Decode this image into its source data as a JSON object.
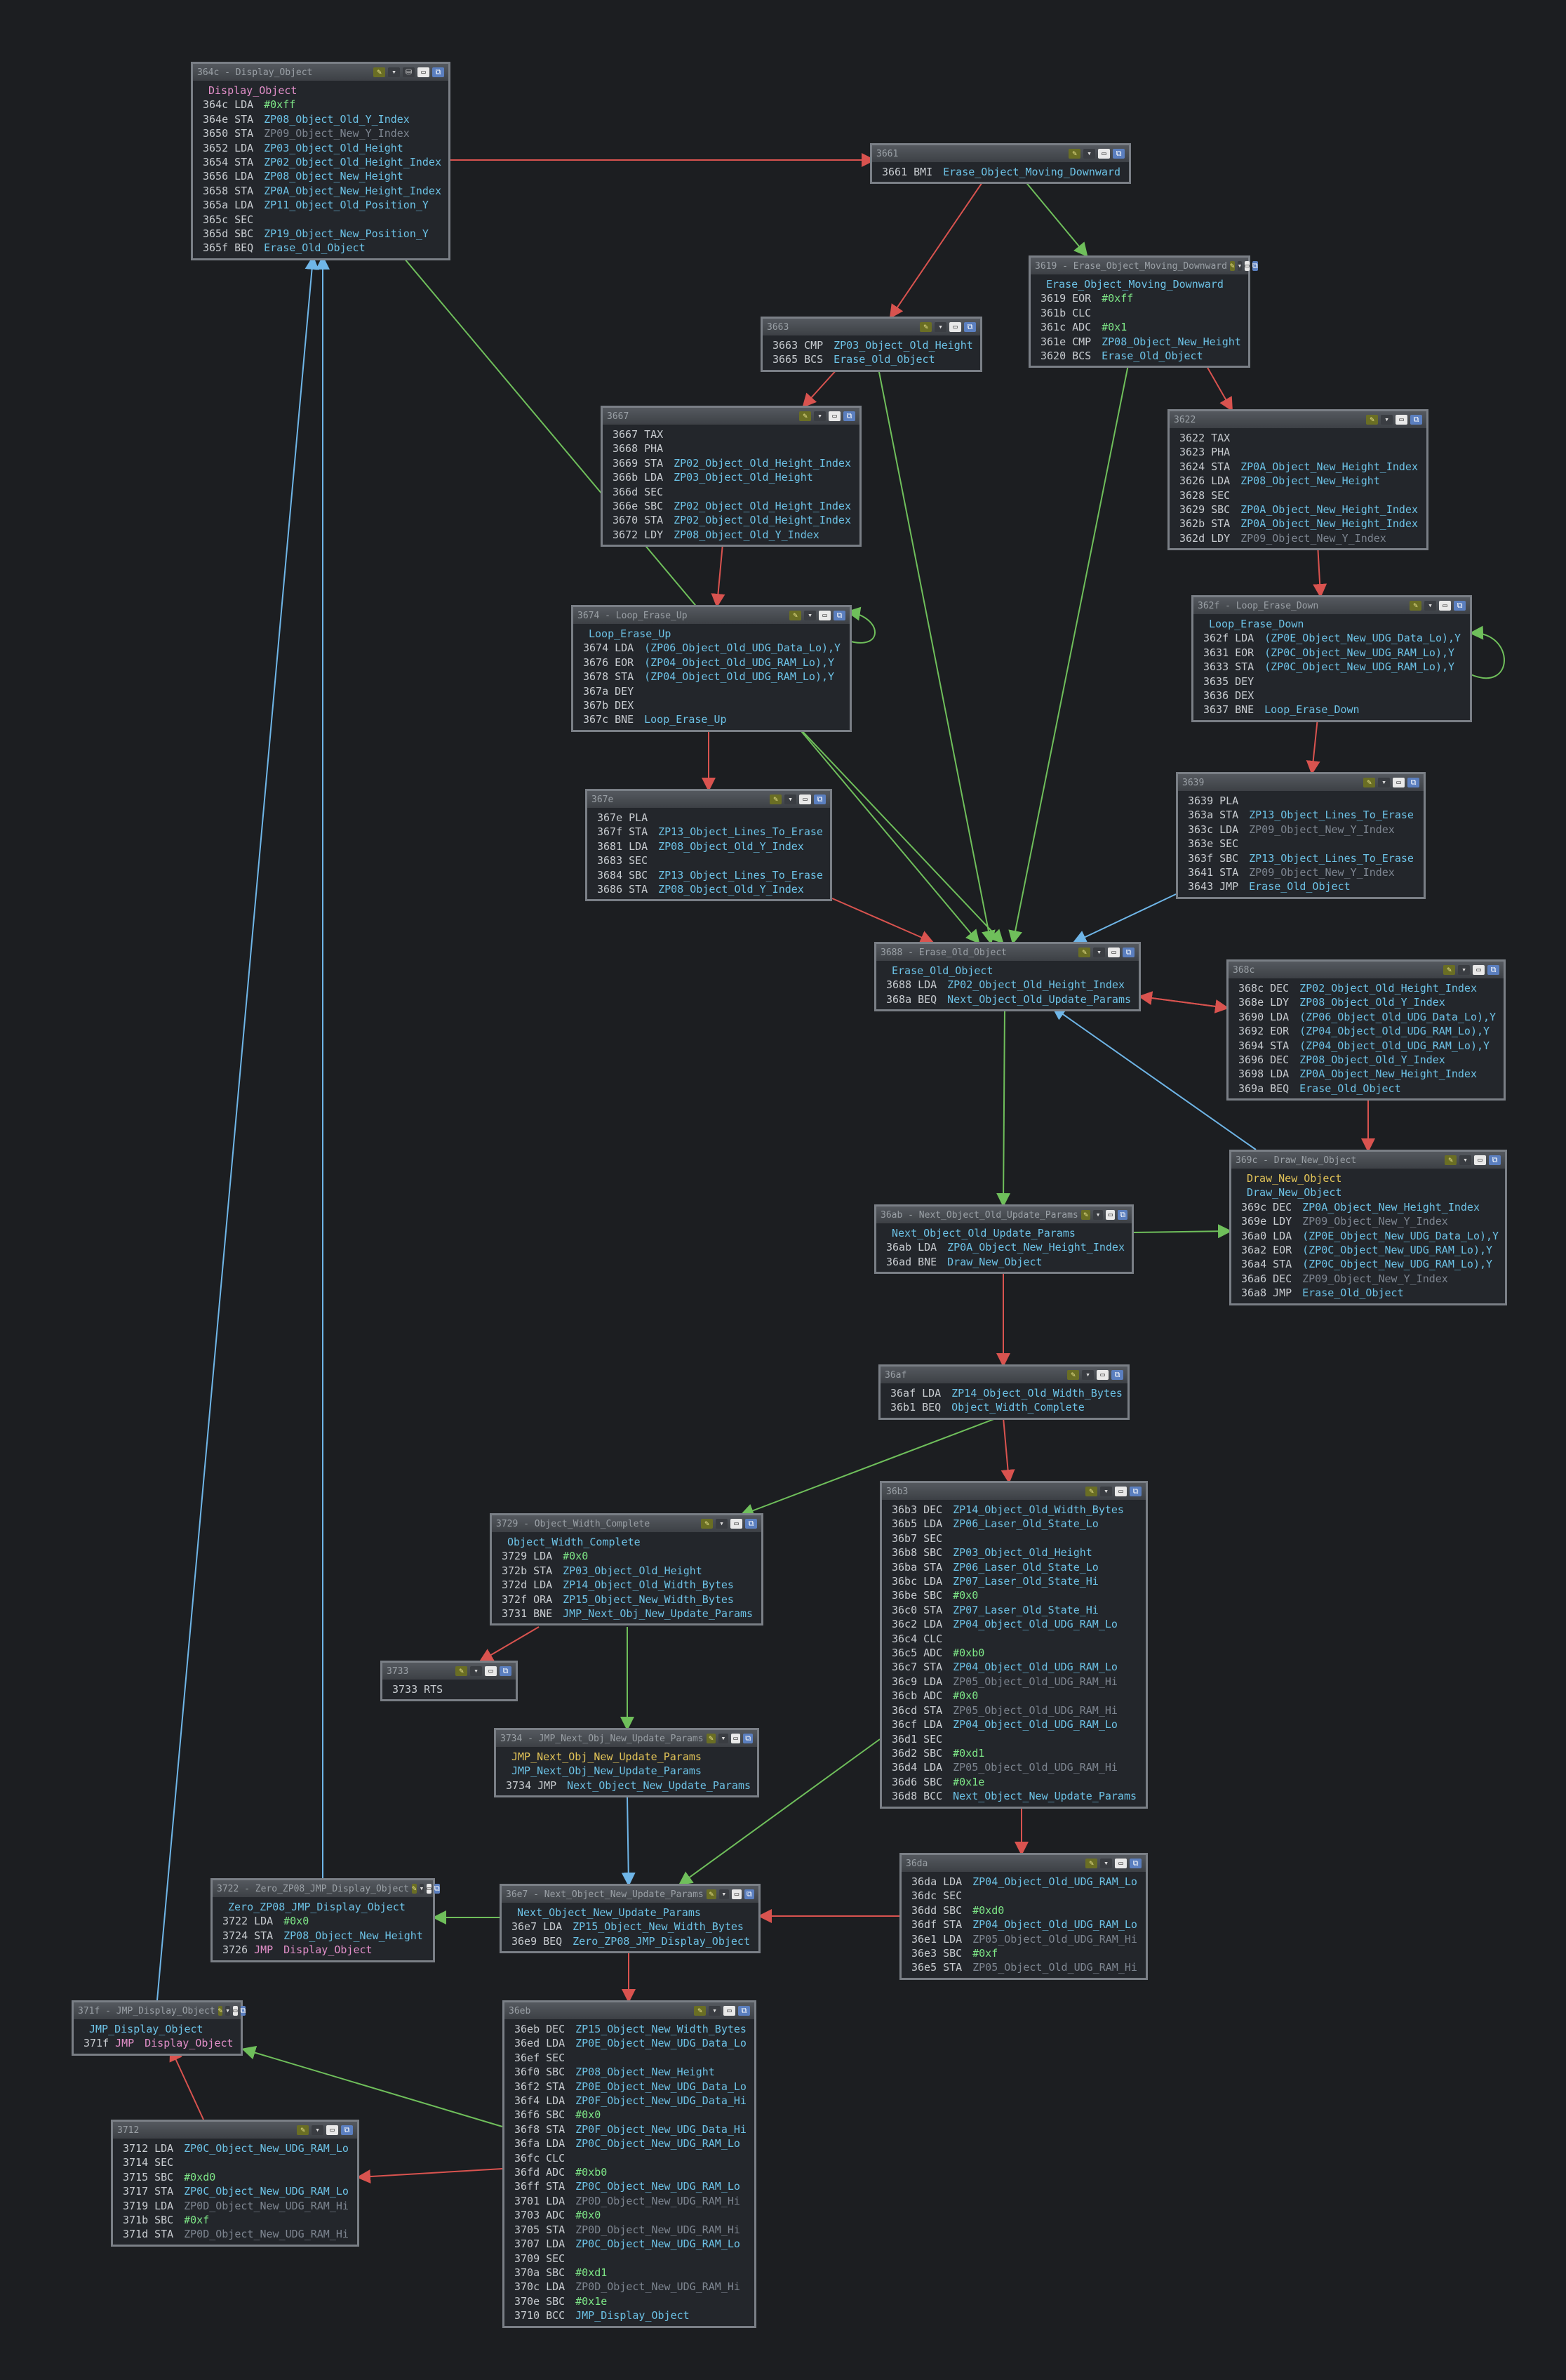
{
  "colors": {
    "background": "#1c1e21",
    "node_bg": "#23262b",
    "node_border": "#7a7f86",
    "edge_true": "#6fbf5b",
    "edge_false": "#d9534f",
    "edge_unconditional": "#6fb6e8",
    "operand": "#6cc2e6",
    "immediate": "#7ee787",
    "dim": "#7d8590",
    "label_entry": "#e28fc9",
    "label_alt": "#e3c458"
  },
  "node_buttons": {
    "pen": "✎",
    "dropdown": "▾",
    "win": "▭",
    "close": "⧉"
  },
  "nodes": [
    {
      "id": "n364c",
      "title": "364c - Display_Object",
      "extra_icon": "⛁",
      "label": "Display_Object",
      "label_class": "pink",
      "lines": [
        [
          "364c",
          "LDA",
          "#0xff",
          "num"
        ],
        [
          "364e",
          "STA",
          "ZP08_Object_Old_Y_Index",
          "sym"
        ],
        [
          "3650",
          "STA",
          "ZP09_Object_New_Y_Index",
          "dim"
        ],
        [
          "3652",
          "LDA",
          "ZP03_Object_Old_Height",
          "sym"
        ],
        [
          "3654",
          "STA",
          "ZP02_Object_Old_Height_Index",
          "sym"
        ],
        [
          "3656",
          "LDA",
          "ZP08_Object_New_Height",
          "sym"
        ],
        [
          "3658",
          "STA",
          "ZP0A_Object_New_Height_Index",
          "sym"
        ],
        [
          "365a",
          "LDA",
          "ZP11_Object_Old_Position_Y",
          "sym"
        ],
        [
          "365c",
          "SEC",
          "",
          ""
        ],
        [
          "365d",
          "SBC",
          "ZP19_Object_New_Position_Y",
          "sym"
        ],
        [
          "365f",
          "BEQ",
          "Erase_Old_Object",
          "lbl"
        ]
      ]
    },
    {
      "id": "n3661",
      "title": "3661",
      "label": "",
      "lines": [
        [
          "3661",
          "BMI",
          "Erase_Object_Moving_Downward",
          "lbl"
        ]
      ]
    },
    {
      "id": "n3619",
      "title": "3619 - Erase_Object_Moving_Downward",
      "label": "Erase_Object_Moving_Downward",
      "label_class": "",
      "lines": [
        [
          "3619",
          "EOR",
          "#0xff",
          "num"
        ],
        [
          "361b",
          "CLC",
          "",
          ""
        ],
        [
          "361c",
          "ADC",
          "#0x1",
          "num"
        ],
        [
          "361e",
          "CMP",
          "ZP08_Object_New_Height",
          "sym"
        ],
        [
          "3620",
          "BCS",
          "Erase_Old_Object",
          "lbl"
        ]
      ]
    },
    {
      "id": "n3663",
      "title": "3663",
      "label": "",
      "lines": [
        [
          "3663",
          "CMP",
          "ZP03_Object_Old_Height",
          "sym"
        ],
        [
          "3665",
          "BCS",
          "Erase_Old_Object",
          "lbl"
        ]
      ]
    },
    {
      "id": "n3667",
      "title": "3667",
      "label": "",
      "lines": [
        [
          "3667",
          "TAX",
          "",
          ""
        ],
        [
          "3668",
          "PHA",
          "",
          ""
        ],
        [
          "3669",
          "STA",
          "ZP02_Object_Old_Height_Index",
          "sym"
        ],
        [
          "366b",
          "LDA",
          "ZP03_Object_Old_Height",
          "sym"
        ],
        [
          "366d",
          "SEC",
          "",
          ""
        ],
        [
          "366e",
          "SBC",
          "ZP02_Object_Old_Height_Index",
          "sym"
        ],
        [
          "3670",
          "STA",
          "ZP02_Object_Old_Height_Index",
          "sym"
        ],
        [
          "3672",
          "LDY",
          "ZP08_Object_Old_Y_Index",
          "sym"
        ]
      ]
    },
    {
      "id": "n3622",
      "title": "3622",
      "label": "",
      "lines": [
        [
          "3622",
          "TAX",
          "",
          ""
        ],
        [
          "3623",
          "PHA",
          "",
          ""
        ],
        [
          "3624",
          "STA",
          "ZP0A_Object_New_Height_Index",
          "sym"
        ],
        [
          "3626",
          "LDA",
          "ZP08_Object_New_Height",
          "sym"
        ],
        [
          "3628",
          "SEC",
          "",
          ""
        ],
        [
          "3629",
          "SBC",
          "ZP0A_Object_New_Height_Index",
          "sym"
        ],
        [
          "362b",
          "STA",
          "ZP0A_Object_New_Height_Index",
          "sym"
        ],
        [
          "362d",
          "LDY",
          "ZP09_Object_New_Y_Index",
          "dim"
        ]
      ]
    },
    {
      "id": "n3674",
      "title": "3674 - Loop_Erase_Up",
      "label": "Loop_Erase_Up",
      "label_class": "",
      "lines": [
        [
          "3674",
          "LDA",
          "(ZP06_Object_Old_UDG_Data_Lo),Y",
          "sym"
        ],
        [
          "3676",
          "EOR",
          "(ZP04_Object_Old_UDG_RAM_Lo),Y",
          "sym"
        ],
        [
          "3678",
          "STA",
          "(ZP04_Object_Old_UDG_RAM_Lo),Y",
          "sym"
        ],
        [
          "367a",
          "DEY",
          "",
          ""
        ],
        [
          "367b",
          "DEX",
          "",
          ""
        ],
        [
          "367c",
          "BNE",
          "Loop_Erase_Up",
          "lbl"
        ]
      ]
    },
    {
      "id": "n362f",
      "title": "362f - Loop_Erase_Down",
      "label": "Loop_Erase_Down",
      "label_class": "",
      "lines": [
        [
          "362f",
          "LDA",
          "(ZP0E_Object_New_UDG_Data_Lo),Y",
          "sym"
        ],
        [
          "3631",
          "EOR",
          "(ZP0C_Object_New_UDG_RAM_Lo),Y",
          "sym"
        ],
        [
          "3633",
          "STA",
          "(ZP0C_Object_New_UDG_RAM_Lo),Y",
          "sym"
        ],
        [
          "3635",
          "DEY",
          "",
          ""
        ],
        [
          "3636",
          "DEX",
          "",
          ""
        ],
        [
          "3637",
          "BNE",
          "Loop_Erase_Down",
          "lbl"
        ]
      ]
    },
    {
      "id": "n367e",
      "title": "367e",
      "label": "",
      "lines": [
        [
          "367e",
          "PLA",
          "",
          ""
        ],
        [
          "367f",
          "STA",
          "ZP13_Object_Lines_To_Erase",
          "sym"
        ],
        [
          "3681",
          "LDA",
          "ZP08_Object_Old_Y_Index",
          "sym"
        ],
        [
          "3683",
          "SEC",
          "",
          ""
        ],
        [
          "3684",
          "SBC",
          "ZP13_Object_Lines_To_Erase",
          "sym"
        ],
        [
          "3686",
          "STA",
          "ZP08_Object_Old_Y_Index",
          "sym"
        ]
      ]
    },
    {
      "id": "n3639",
      "title": "3639",
      "label": "",
      "lines": [
        [
          "3639",
          "PLA",
          "",
          ""
        ],
        [
          "363a",
          "STA",
          "ZP13_Object_Lines_To_Erase",
          "sym"
        ],
        [
          "363c",
          "LDA",
          "ZP09_Object_New_Y_Index",
          "dim"
        ],
        [
          "363e",
          "SEC",
          "",
          ""
        ],
        [
          "363f",
          "SBC",
          "ZP13_Object_Lines_To_Erase",
          "sym"
        ],
        [
          "3641",
          "STA",
          "ZP09_Object_New_Y_Index",
          "dim"
        ],
        [
          "3643",
          "JMP",
          "Erase_Old_Object",
          "lbl"
        ]
      ]
    },
    {
      "id": "n3688",
      "title": "3688 - Erase_Old_Object",
      "label": "Erase_Old_Object",
      "label_class": "",
      "lines": [
        [
          "3688",
          "LDA",
          "ZP02_Object_Old_Height_Index",
          "sym"
        ],
        [
          "368a",
          "BEQ",
          "Next_Object_Old_Update_Params",
          "lbl"
        ]
      ]
    },
    {
      "id": "n368c",
      "title": "368c",
      "label": "",
      "lines": [
        [
          "368c",
          "DEC",
          "ZP02_Object_Old_Height_Index",
          "sym"
        ],
        [
          "368e",
          "LDY",
          "ZP08_Object_Old_Y_Index",
          "sym"
        ],
        [
          "3690",
          "LDA",
          "(ZP06_Object_Old_UDG_Data_Lo),Y",
          "sym"
        ],
        [
          "3692",
          "EOR",
          "(ZP04_Object_Old_UDG_RAM_Lo),Y",
          "sym"
        ],
        [
          "3694",
          "STA",
          "(ZP04_Object_Old_UDG_RAM_Lo),Y",
          "sym"
        ],
        [
          "3696",
          "DEC",
          "ZP08_Object_Old_Y_Index",
          "sym"
        ],
        [
          "3698",
          "LDA",
          "ZP0A_Object_New_Height_Index",
          "sym"
        ],
        [
          "369a",
          "BEQ",
          "Erase_Old_Object",
          "lbl"
        ]
      ]
    },
    {
      "id": "n369c",
      "title": "369c - Draw_New_Object",
      "label": "Draw_New_Object",
      "label_class": "yel",
      "label2": "Draw_New_Object",
      "lines": [
        [
          "369c",
          "DEC",
          "ZP0A_Object_New_Height_Index",
          "sym"
        ],
        [
          "369e",
          "LDY",
          "ZP09_Object_New_Y_Index",
          "dim"
        ],
        [
          "36a0",
          "LDA",
          "(ZP0E_Object_New_UDG_Data_Lo),Y",
          "sym"
        ],
        [
          "36a2",
          "EOR",
          "(ZP0C_Object_New_UDG_RAM_Lo),Y",
          "sym"
        ],
        [
          "36a4",
          "STA",
          "(ZP0C_Object_New_UDG_RAM_Lo),Y",
          "sym"
        ],
        [
          "36a6",
          "DEC",
          "ZP09_Object_New_Y_Index",
          "dim"
        ],
        [
          "36a8",
          "JMP",
          "Erase_Old_Object",
          "lbl"
        ]
      ]
    },
    {
      "id": "n36ab",
      "title": "36ab - Next_Object_Old_Update_Params",
      "label": "Next_Object_Old_Update_Params",
      "label_class": "",
      "lines": [
        [
          "36ab",
          "LDA",
          "ZP0A_Object_New_Height_Index",
          "sym"
        ],
        [
          "36ad",
          "BNE",
          "Draw_New_Object",
          "lbl"
        ]
      ]
    },
    {
      "id": "n36af",
      "title": "36af",
      "label": "",
      "lines": [
        [
          "36af",
          "LDA",
          "ZP14_Object_Old_Width_Bytes",
          "sym"
        ],
        [
          "36b1",
          "BEQ",
          "Object_Width_Complete",
          "lbl"
        ]
      ]
    },
    {
      "id": "n36b3",
      "title": "36b3",
      "label": "",
      "lines": [
        [
          "36b3",
          "DEC",
          "ZP14_Object_Old_Width_Bytes",
          "sym"
        ],
        [
          "36b5",
          "LDA",
          "ZP06_Laser_Old_State_Lo",
          "sym"
        ],
        [
          "36b7",
          "SEC",
          "",
          ""
        ],
        [
          "36b8",
          "SBC",
          "ZP03_Object_Old_Height",
          "sym"
        ],
        [
          "36ba",
          "STA",
          "ZP06_Laser_Old_State_Lo",
          "sym"
        ],
        [
          "36bc",
          "LDA",
          "ZP07_Laser_Old_State_Hi",
          "sym"
        ],
        [
          "36be",
          "SBC",
          "#0x0",
          "num"
        ],
        [
          "36c0",
          "STA",
          "ZP07_Laser_Old_State_Hi",
          "sym"
        ],
        [
          "36c2",
          "LDA",
          "ZP04_Object_Old_UDG_RAM_Lo",
          "sym"
        ],
        [
          "36c4",
          "CLC",
          "",
          ""
        ],
        [
          "36c5",
          "ADC",
          "#0xb0",
          "num"
        ],
        [
          "36c7",
          "STA",
          "ZP04_Object_Old_UDG_RAM_Lo",
          "sym"
        ],
        [
          "36c9",
          "LDA",
          "ZP05_Object_Old_UDG_RAM_Hi",
          "dim"
        ],
        [
          "36cb",
          "ADC",
          "#0x0",
          "num"
        ],
        [
          "36cd",
          "STA",
          "ZP05_Object_Old_UDG_RAM_Hi",
          "dim"
        ],
        [
          "36cf",
          "LDA",
          "ZP04_Object_Old_UDG_RAM_Lo",
          "sym"
        ],
        [
          "36d1",
          "SEC",
          "",
          ""
        ],
        [
          "36d2",
          "SBC",
          "#0xd1",
          "num"
        ],
        [
          "36d4",
          "LDA",
          "ZP05_Object_Old_UDG_RAM_Hi",
          "dim"
        ],
        [
          "36d6",
          "SBC",
          "#0x1e",
          "num"
        ],
        [
          "36d8",
          "BCC",
          "Next_Object_New_Update_Params",
          "lbl"
        ]
      ]
    },
    {
      "id": "n3729",
      "title": "3729 - Object_Width_Complete",
      "label": "Object_Width_Complete",
      "label_class": "",
      "lines": [
        [
          "3729",
          "LDA",
          "#0x0",
          "num"
        ],
        [
          "372b",
          "STA",
          "ZP03_Object_Old_Height",
          "sym"
        ],
        [
          "372d",
          "LDA",
          "ZP14_Object_Old_Width_Bytes",
          "sym"
        ],
        [
          "372f",
          "ORA",
          "ZP15_Object_New_Width_Bytes",
          "sym"
        ],
        [
          "3731",
          "BNE",
          "JMP_Next_Obj_New_Update_Params",
          "lbl"
        ]
      ]
    },
    {
      "id": "n3733",
      "title": "3733",
      "label": "",
      "lines": [
        [
          "3733",
          "RTS",
          "",
          ""
        ]
      ]
    },
    {
      "id": "n3734",
      "title": "3734 - JMP_Next_Obj_New_Update_Params",
      "label": "JMP_Next_Obj_New_Update_Params",
      "label_class": "yel",
      "label2": "JMP_Next_Obj_New_Update_Params",
      "lines": [
        [
          "3734",
          "JMP",
          "Next_Object_New_Update_Params",
          "lbl"
        ]
      ]
    },
    {
      "id": "n36da",
      "title": "36da",
      "label": "",
      "lines": [
        [
          "36da",
          "LDA",
          "ZP04_Object_Old_UDG_RAM_Lo",
          "sym"
        ],
        [
          "36dc",
          "SEC",
          "",
          ""
        ],
        [
          "36dd",
          "SBC",
          "#0xd0",
          "num"
        ],
        [
          "36df",
          "STA",
          "ZP04_Object_Old_UDG_RAM_Lo",
          "sym"
        ],
        [
          "36e1",
          "LDA",
          "ZP05_Object_Old_UDG_RAM_Hi",
          "dim"
        ],
        [
          "36e3",
          "SBC",
          "#0xf",
          "num"
        ],
        [
          "36e5",
          "STA",
          "ZP05_Object_Old_UDG_RAM_Hi",
          "dim"
        ]
      ]
    },
    {
      "id": "n3722",
      "title": "3722 - Zero_ZP08_JMP_Display_Object",
      "label": "Zero_ZP08_JMP_Display_Object",
      "label_class": "",
      "lines": [
        [
          "3722",
          "LDA",
          "#0x0",
          "num"
        ],
        [
          "3724",
          "STA",
          "ZP08_Object_New_Height",
          "sym"
        ],
        [
          "3726",
          "JMP",
          "Display_Object",
          "pinklbl"
        ]
      ]
    },
    {
      "id": "n36e7",
      "title": "36e7 - Next_Object_New_Update_Params",
      "label": "Next_Object_New_Update_Params",
      "label_class": "",
      "lines": [
        [
          "36e7",
          "LDA",
          "ZP15_Object_New_Width_Bytes",
          "sym"
        ],
        [
          "36e9",
          "BEQ",
          "Zero_ZP08_JMP_Display_Object",
          "lbl"
        ]
      ]
    },
    {
      "id": "n371f",
      "title": "371f - JMP_Display_Object",
      "label": "JMP_Display_Object",
      "label_class": "",
      "lines": [
        [
          "371f",
          "JMP",
          "Display_Object",
          "pinklbl"
        ]
      ]
    },
    {
      "id": "n36eb",
      "title": "36eb",
      "label": "",
      "lines": [
        [
          "36eb",
          "DEC",
          "ZP15_Object_New_Width_Bytes",
          "sym"
        ],
        [
          "36ed",
          "LDA",
          "ZP0E_Object_New_UDG_Data_Lo",
          "sym"
        ],
        [
          "36ef",
          "SEC",
          "",
          ""
        ],
        [
          "36f0",
          "SBC",
          "ZP08_Object_New_Height",
          "sym"
        ],
        [
          "36f2",
          "STA",
          "ZP0E_Object_New_UDG_Data_Lo",
          "sym"
        ],
        [
          "36f4",
          "LDA",
          "ZP0F_Object_New_UDG_Data_Hi",
          "sym"
        ],
        [
          "36f6",
          "SBC",
          "#0x0",
          "num"
        ],
        [
          "36f8",
          "STA",
          "ZP0F_Object_New_UDG_Data_Hi",
          "sym"
        ],
        [
          "36fa",
          "LDA",
          "ZP0C_Object_New_UDG_RAM_Lo",
          "sym"
        ],
        [
          "36fc",
          "CLC",
          "",
          ""
        ],
        [
          "36fd",
          "ADC",
          "#0xb0",
          "num"
        ],
        [
          "36ff",
          "STA",
          "ZP0C_Object_New_UDG_RAM_Lo",
          "sym"
        ],
        [
          "3701",
          "LDA",
          "ZP0D_Object_New_UDG_RAM_Hi",
          "dim"
        ],
        [
          "3703",
          "ADC",
          "#0x0",
          "num"
        ],
        [
          "3705",
          "STA",
          "ZP0D_Object_New_UDG_RAM_Hi",
          "dim"
        ],
        [
          "3707",
          "LDA",
          "ZP0C_Object_New_UDG_RAM_Lo",
          "sym"
        ],
        [
          "3709",
          "SEC",
          "",
          ""
        ],
        [
          "370a",
          "SBC",
          "#0xd1",
          "num"
        ],
        [
          "370c",
          "LDA",
          "ZP0D_Object_New_UDG_RAM_Hi",
          "dim"
        ],
        [
          "370e",
          "SBC",
          "#0x1e",
          "num"
        ],
        [
          "3710",
          "BCC",
          "JMP_Display_Object",
          "lbl"
        ]
      ]
    },
    {
      "id": "n3712",
      "title": "3712",
      "label": "",
      "lines": [
        [
          "3712",
          "LDA",
          "ZP0C_Object_New_UDG_RAM_Lo",
          "sym"
        ],
        [
          "3714",
          "SEC",
          "",
          ""
        ],
        [
          "3715",
          "SBC",
          "#0xd0",
          "num"
        ],
        [
          "3717",
          "STA",
          "ZP0C_Object_New_UDG_RAM_Lo",
          "sym"
        ],
        [
          "3719",
          "LDA",
          "ZP0D_Object_New_UDG_RAM_Hi",
          "dim"
        ],
        [
          "371b",
          "SBC",
          "#0xf",
          "num"
        ],
        [
          "371d",
          "STA",
          "ZP0D_Object_New_UDG_RAM_Hi",
          "dim"
        ]
      ]
    }
  ]
}
